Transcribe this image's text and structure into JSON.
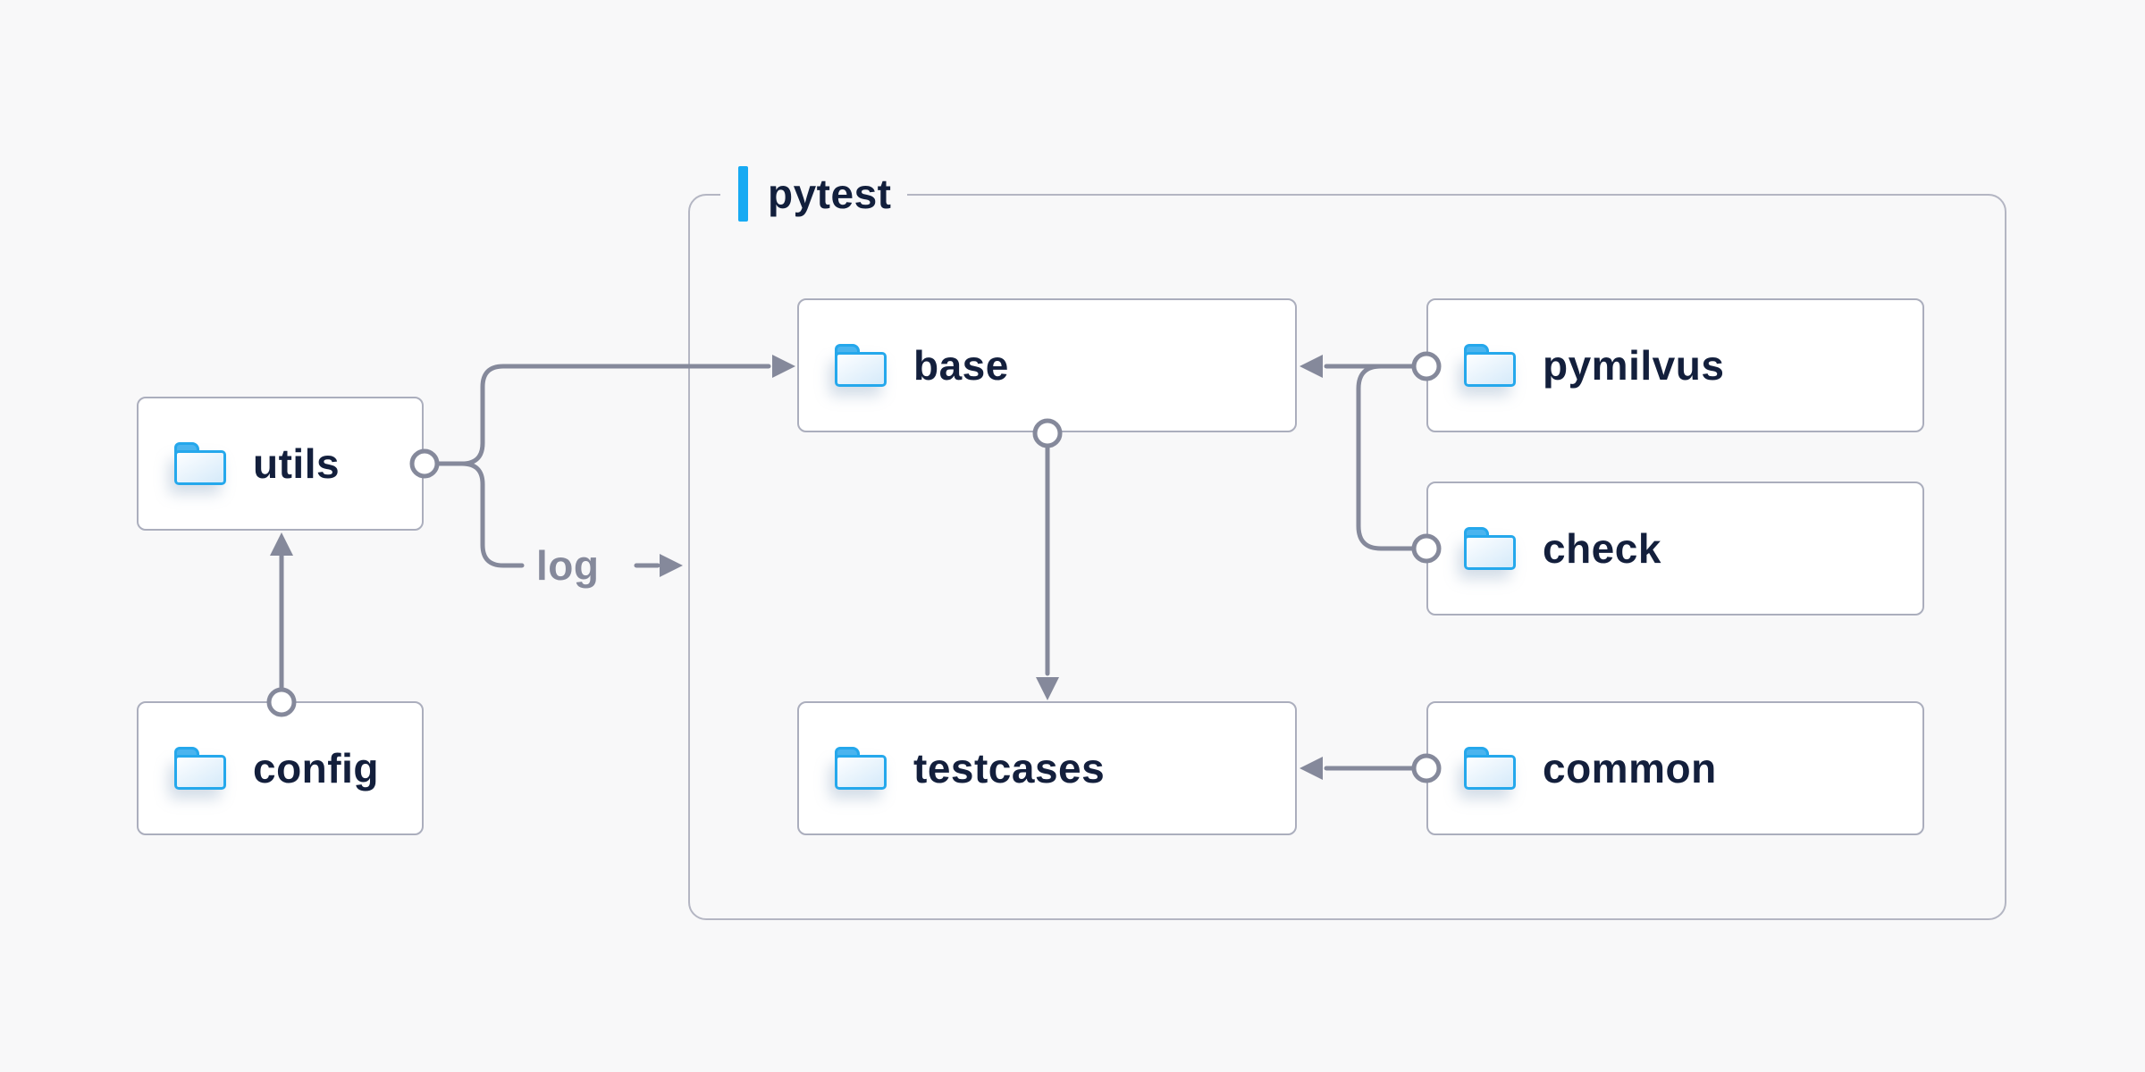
{
  "diagram": {
    "group": {
      "label": "pytest"
    },
    "nodes": [
      {
        "id": "utils",
        "label": "utils"
      },
      {
        "id": "config",
        "label": "config"
      },
      {
        "id": "base",
        "label": "base"
      },
      {
        "id": "testcases",
        "label": "testcases"
      },
      {
        "id": "pymilvus",
        "label": "pymilvus"
      },
      {
        "id": "check",
        "label": "check"
      },
      {
        "id": "common",
        "label": "common"
      }
    ],
    "edge_labels": {
      "log": "log"
    },
    "edges": [
      "config -> utils",
      "utils -> base",
      "utils -> log",
      "pymilvus -> base",
      "check -> base",
      "base -> testcases",
      "common -> testcases"
    ],
    "colors": {
      "background": "#f8f8f9",
      "node_fill": "#ffffff",
      "node_border": "#abaebd",
      "group_border": "#b4b6c3",
      "connector": "#85899b",
      "accent_blue": "#17aaf3",
      "folder_blue": "#25a8ec",
      "text_navy": "#131f3c",
      "edge_label_gray": "#85899b"
    }
  }
}
